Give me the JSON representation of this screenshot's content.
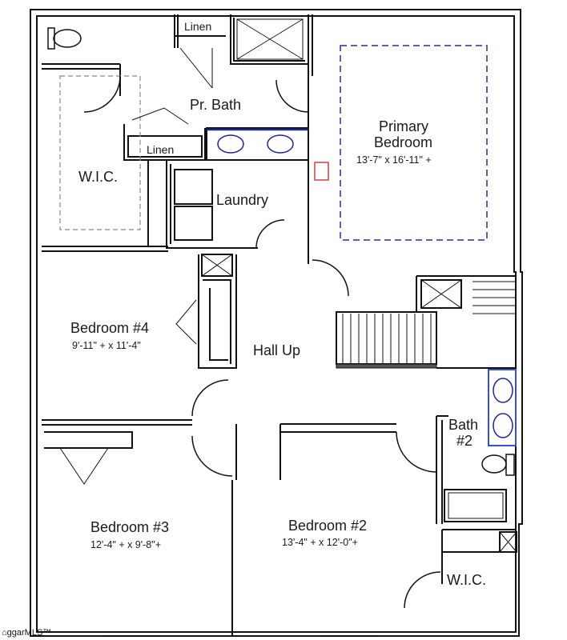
{
  "rooms": {
    "linen_top": "Linen",
    "linen_lower": "Linen",
    "pr_bath": "Pr. Bath",
    "primary_bedroom_line1": "Primary",
    "primary_bedroom_line2": "Bedroom",
    "primary_bedroom_dims": "13'-7\" x 16'-11\" +",
    "wic_left": "W.I.C.",
    "laundry": "Laundry",
    "bedroom4": "Bedroom #4",
    "bedroom4_dims": "9'-11\" + x 11'-4\"",
    "hall_up": "Hall Up",
    "bath2_line1": "Bath",
    "bath2_line2": "#2",
    "bedroom3": "Bedroom #3",
    "bedroom3_dims": "12'-4\" + x 9'-8\"+",
    "bedroom2": "Bedroom #2",
    "bedroom2_dims": "13'-4\" + x 12'-0\"+",
    "wic_right": "W.I.C."
  },
  "watermark": "ggarMLS™",
  "colors": {
    "wall": "#111111",
    "fixture_blue": "#1f2a8f",
    "vanity_blue": "#3a4fd0",
    "tv_red": "#d04040"
  }
}
